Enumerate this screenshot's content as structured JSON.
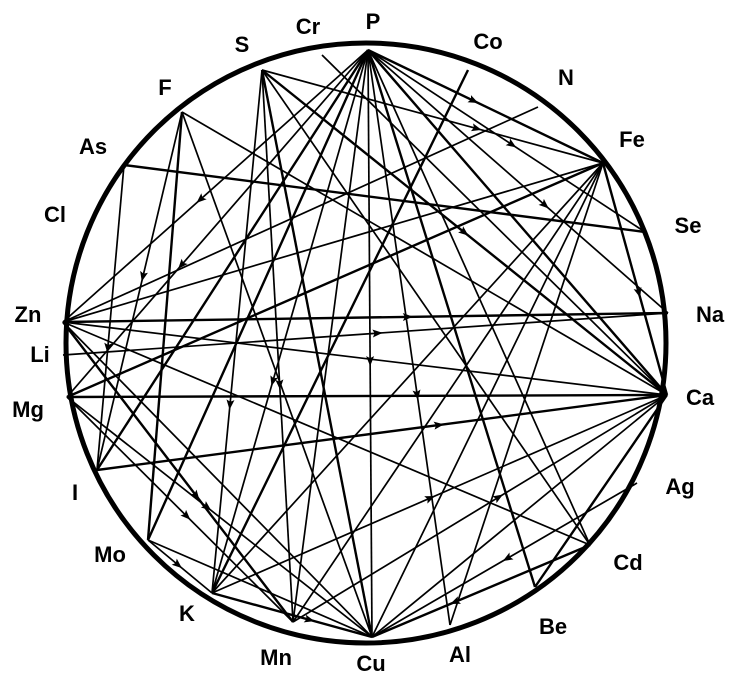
{
  "nodes": [
    "P",
    "Cr",
    "S",
    "F",
    "As",
    "Cl",
    "Zn",
    "Li",
    "Mg",
    "I",
    "Mo",
    "K",
    "Mn",
    "Cu",
    "Al",
    "Be",
    "Cd",
    "Ag",
    "Ca",
    "Na",
    "Se",
    "Fe",
    "N",
    "Co"
  ],
  "edges": [
    [
      "P",
      "Fe",
      true
    ],
    [
      "P",
      "Se",
      true
    ],
    [
      "P",
      "Na",
      true
    ],
    [
      "P",
      "Ca",
      false
    ],
    [
      "P",
      "Cu",
      true
    ],
    [
      "P",
      "Al",
      true
    ],
    [
      "P",
      "Be",
      false
    ],
    [
      "P",
      "Mn",
      false
    ],
    [
      "P",
      "K",
      true
    ],
    [
      "P",
      "Mo",
      false
    ],
    [
      "P",
      "Zn",
      true
    ],
    [
      "P",
      "Mg",
      true
    ],
    [
      "P",
      "I",
      false
    ],
    [
      "P",
      "Cd",
      false
    ],
    [
      "S",
      "Fe",
      true
    ],
    [
      "S",
      "Ca",
      true
    ],
    [
      "S",
      "Mn",
      true
    ],
    [
      "S",
      "K",
      true
    ],
    [
      "S",
      "Cu",
      false
    ],
    [
      "S",
      "Cd",
      false
    ],
    [
      "F",
      "Ca",
      false
    ],
    [
      "F",
      "Mo",
      false
    ],
    [
      "F",
      "Cu",
      false
    ],
    [
      "F",
      "I",
      true
    ],
    [
      "As",
      "Se",
      false
    ],
    [
      "As",
      "I",
      true
    ],
    [
      "Cr",
      "Ca",
      false
    ],
    [
      "Co",
      "K",
      false
    ],
    [
      "N",
      "Zn",
      false
    ],
    [
      "Fe",
      "Zn",
      false
    ],
    [
      "Fe",
      "Mg",
      false
    ],
    [
      "Fe",
      "Cu",
      false
    ],
    [
      "Fe",
      "Mn",
      false
    ],
    [
      "Fe",
      "Ca",
      true
    ],
    [
      "Fe",
      "Al",
      false
    ],
    [
      "Fe",
      "K",
      false
    ],
    [
      "Zn",
      "Na",
      true
    ],
    [
      "Zn",
      "Ca",
      false
    ],
    [
      "Zn",
      "Cu",
      false
    ],
    [
      "Zn",
      "Mn",
      true
    ],
    [
      "Zn",
      "Cd",
      false
    ],
    [
      "Li",
      "Na",
      true
    ],
    [
      "Mg",
      "Ca",
      false
    ],
    [
      "Mg",
      "Cu",
      true
    ],
    [
      "Mg",
      "Mn",
      true
    ],
    [
      "I",
      "Ca",
      true
    ],
    [
      "Mo",
      "K",
      true
    ],
    [
      "Mo",
      "Cu",
      false
    ],
    [
      "K",
      "Cu",
      true
    ],
    [
      "K",
      "Ca",
      true
    ],
    [
      "Mn",
      "Ca",
      true
    ],
    [
      "Cd",
      "Cu",
      true
    ],
    [
      "Ag",
      "Cu",
      true
    ],
    [
      "Ca",
      "Cu",
      false
    ],
    [
      "Be",
      "Ca",
      false
    ]
  ],
  "colors": {
    "line": "#000000",
    "background": "#ffffff"
  }
}
